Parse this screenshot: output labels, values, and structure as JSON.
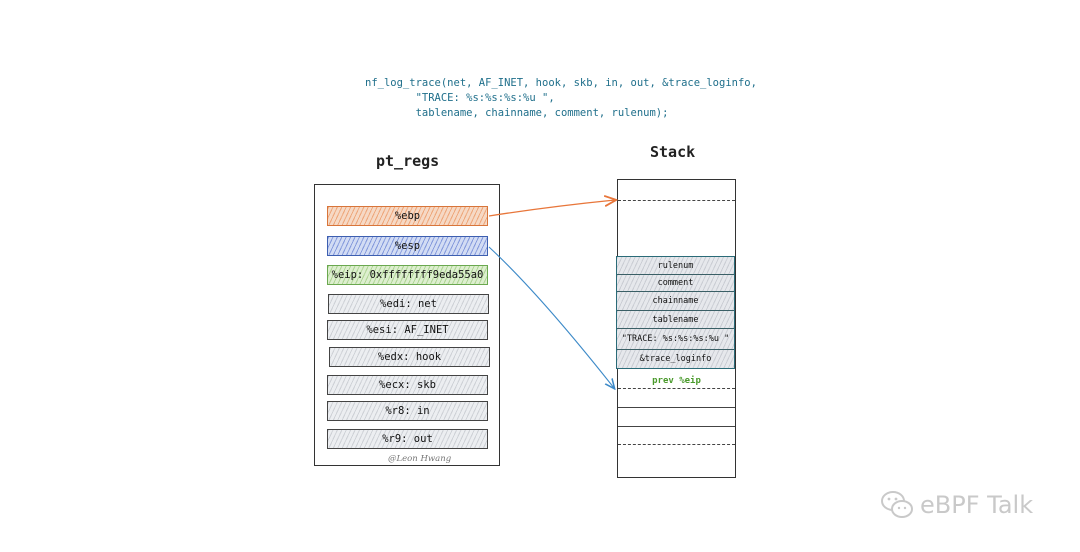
{
  "code": {
    "line1": "nf_log_trace(net, AF_INET, hook, skb, in, out, &trace_loginfo,",
    "line2": "        \"TRACE: %s:%s:%s:%u \",",
    "line3": "        tablename, chainname, comment, rulenum);"
  },
  "pt_regs": {
    "title": "pt_regs",
    "registers": [
      {
        "label": "%ebp",
        "color": "#e87e3e"
      },
      {
        "label": "%esp",
        "color": "#4664c8"
      },
      {
        "label": "%eip: 0xffffffff9eda55a0",
        "color": "#78b450"
      },
      {
        "label": "%edi: net"
      },
      {
        "label": "%esi: AF_INET"
      },
      {
        "label": "%edx: hook"
      },
      {
        "label": "%ecx: skb"
      },
      {
        "label": "%r8: in"
      },
      {
        "label": "%r9: out"
      }
    ],
    "signature": "@Leon Hwang"
  },
  "stack": {
    "title": "Stack",
    "slots": [
      "rulenum",
      "comment",
      "chainname",
      "tablename",
      "\"TRACE: %s:%s:%s:%u \"",
      "&trace_loginfo"
    ],
    "prev_eip": "prev %eip"
  },
  "arrows": {
    "ebp_color": "#e8763a",
    "esp_color": "#3d8ac8"
  },
  "watermark": {
    "text": "eBPF Talk",
    "icon": "wechat-icon"
  }
}
